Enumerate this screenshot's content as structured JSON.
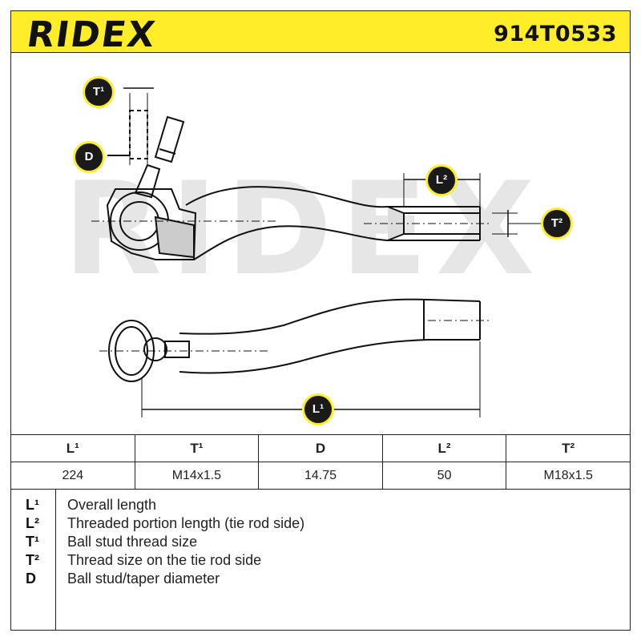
{
  "header": {
    "brand": "RIDEX",
    "part_number": "914T0533",
    "accent_color": "#ffed29"
  },
  "watermark": "RIDEX",
  "callouts": {
    "t1": "T¹",
    "d": "D",
    "l2": "L²",
    "t2": "T²",
    "l1": "L¹"
  },
  "spec_table": {
    "headers": [
      "L¹",
      "T¹",
      "D",
      "L²",
      "T²"
    ],
    "values": [
      "224",
      "M14x1.5",
      "14.75",
      "50",
      "M18x1.5"
    ]
  },
  "legend": [
    {
      "symbol": "L¹",
      "description": "Overall length"
    },
    {
      "symbol": "L²",
      "description": "Threaded portion length (tie rod side)"
    },
    {
      "symbol": "T¹",
      "description": "Ball stud thread size"
    },
    {
      "symbol": "T²",
      "description": "Thread size on the tie rod side"
    },
    {
      "symbol": "D",
      "description": "Ball stud/taper diameter"
    }
  ]
}
